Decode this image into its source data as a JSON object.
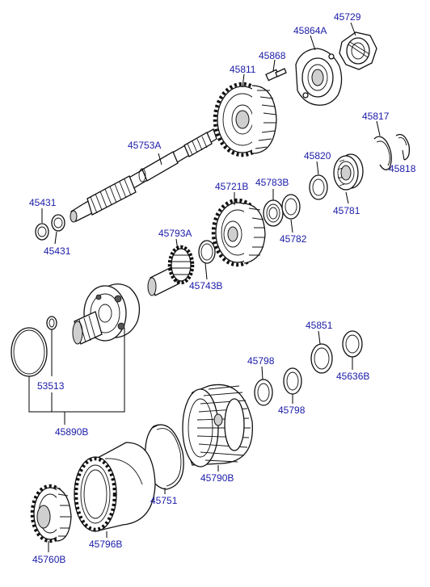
{
  "labels": {
    "p45729": "45729",
    "p45864A": "45864A",
    "p45868": "45868",
    "p45811": "45811",
    "p45817": "45817",
    "p45753A": "45753A",
    "p45820": "45820",
    "p45818": "45818",
    "p45783B": "45783B",
    "p45721B": "45721B",
    "p45781": "45781",
    "p45431a": "45431",
    "p45782": "45782",
    "p45431b": "45431",
    "p45793A": "45793A",
    "p45743B": "45743B",
    "p45851": "45851",
    "p45798a": "45798",
    "p45636B": "45636B",
    "p53513": "53513",
    "p45798b": "45798",
    "p45890B": "45890B",
    "p45790B": "45790B",
    "p45751": "45751",
    "p45796B": "45796B",
    "p45760B": "45760B"
  },
  "colors": {
    "label": "#1a1aa8",
    "line": "#000000"
  }
}
